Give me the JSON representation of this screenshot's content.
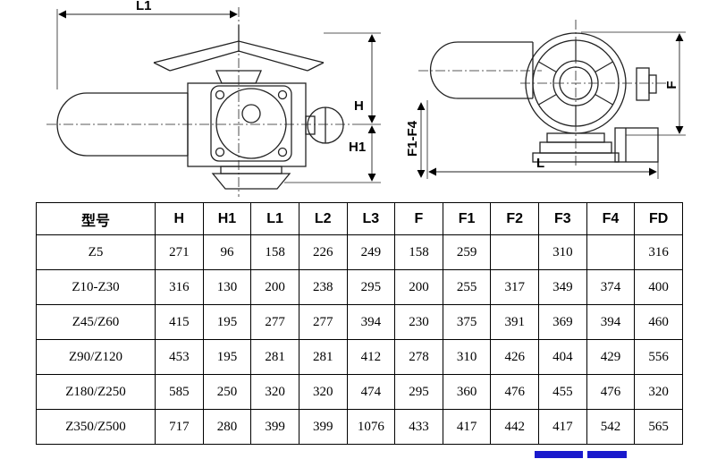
{
  "drawing": {
    "front": {
      "l1": "L1",
      "h": "H",
      "h1": "H1"
    },
    "side": {
      "f": "F",
      "f1_f4": "F1-F4",
      "l": "L"
    }
  },
  "table": {
    "headers": [
      "型号",
      "H",
      "H1",
      "L1",
      "L2",
      "L3",
      "F",
      "F1",
      "F2",
      "F3",
      "F4",
      "FD"
    ],
    "rows": [
      {
        "cells": [
          "Z5",
          "271",
          "96",
          "158",
          "226",
          "249",
          "158",
          "259",
          "",
          "310",
          "",
          "316"
        ]
      },
      {
        "cells": [
          "Z10-Z30",
          "316",
          "130",
          "200",
          "238",
          "295",
          "200",
          "255",
          "317",
          "349",
          "374",
          "400"
        ]
      },
      {
        "cells": [
          "Z45/Z60",
          "415",
          "195",
          "277",
          "277",
          "394",
          "230",
          "375",
          "391",
          "369",
          "394",
          "460"
        ]
      },
      {
        "cells": [
          "Z90/Z120",
          "453",
          "195",
          "281",
          "281",
          "412",
          "278",
          "310",
          "426",
          "404",
          "429",
          "556"
        ]
      },
      {
        "cells": [
          "Z180/Z250",
          "585",
          "250",
          "320",
          "320",
          "474",
          "295",
          "360",
          "476",
          "455",
          "476",
          "320"
        ]
      },
      {
        "cells": [
          "Z350/Z500",
          "717",
          "280",
          "399",
          "399",
          "1076",
          "433",
          "417",
          "442",
          "417",
          "542",
          "565"
        ]
      }
    ]
  },
  "misc": {
    "blue_bar_color": "#1a1acc"
  }
}
